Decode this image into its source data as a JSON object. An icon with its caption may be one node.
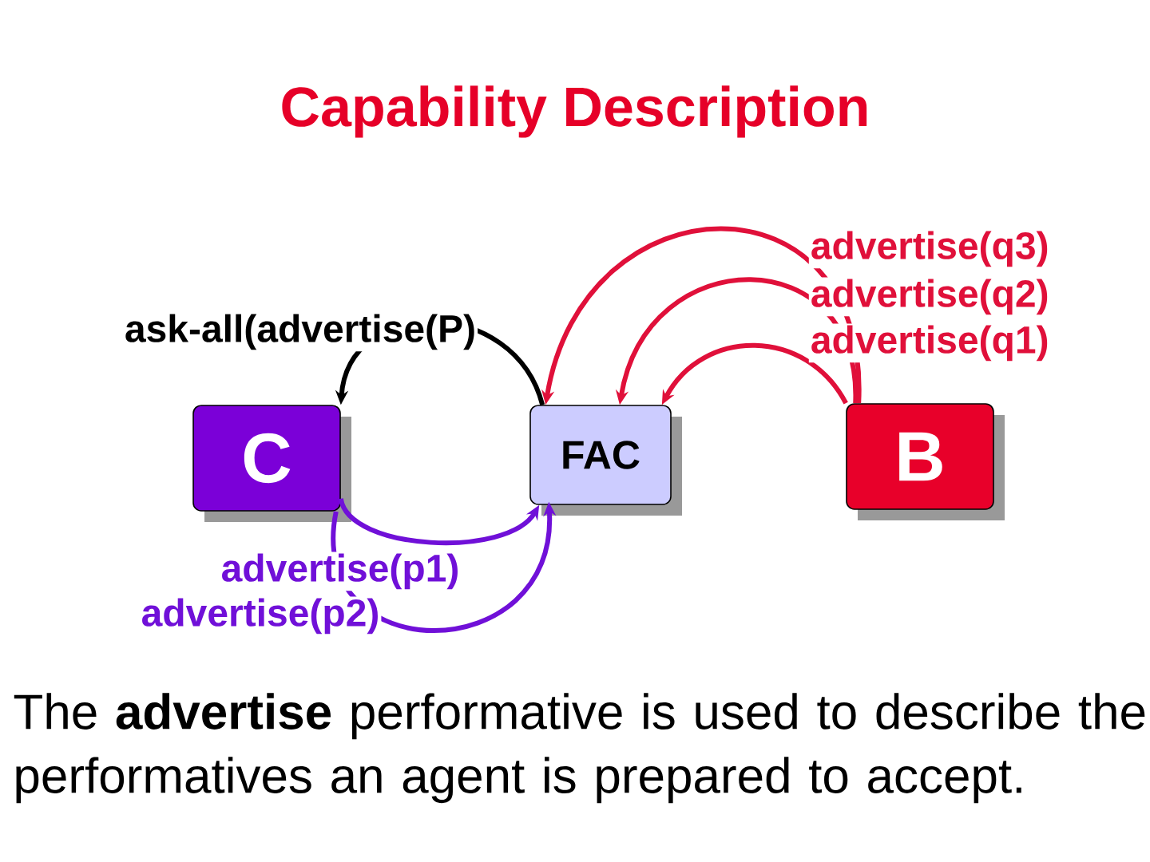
{
  "diagram": {
    "title": "Capability Description",
    "caption": "The **advertise** performative is used to describe the performatives an agent is prepared to accept.",
    "nodes": [
      {
        "text": [
          "C"
        ]
      },
      {
        "text": [
          "FAC"
        ]
      },
      {
        "text": [
          "B"
        ]
      }
    ],
    "edges": [
      {
        "from": 1,
        "to": 0,
        "arrow": "to",
        "label": "ask-all(advertise(P)",
        "color": "#000000"
      },
      {
        "from": 0,
        "to": 1,
        "arrow": "to",
        "label": "advertise(p1)",
        "color": "#7010d8"
      },
      {
        "from": 0,
        "to": 1,
        "arrow": "to",
        "label": "advertise(p2)",
        "color": "#7010d8"
      },
      {
        "from": 2,
        "to": 1,
        "arrow": "to",
        "label": "advertise(q1)",
        "color": "#e0103a"
      },
      {
        "from": 2,
        "to": 1,
        "arrow": "to",
        "label": "advertise(q2)",
        "color": "#e0103a"
      },
      {
        "from": 2,
        "to": 1,
        "arrow": "to",
        "label": "advertise(q3)",
        "color": "#e0103a"
      }
    ]
  }
}
